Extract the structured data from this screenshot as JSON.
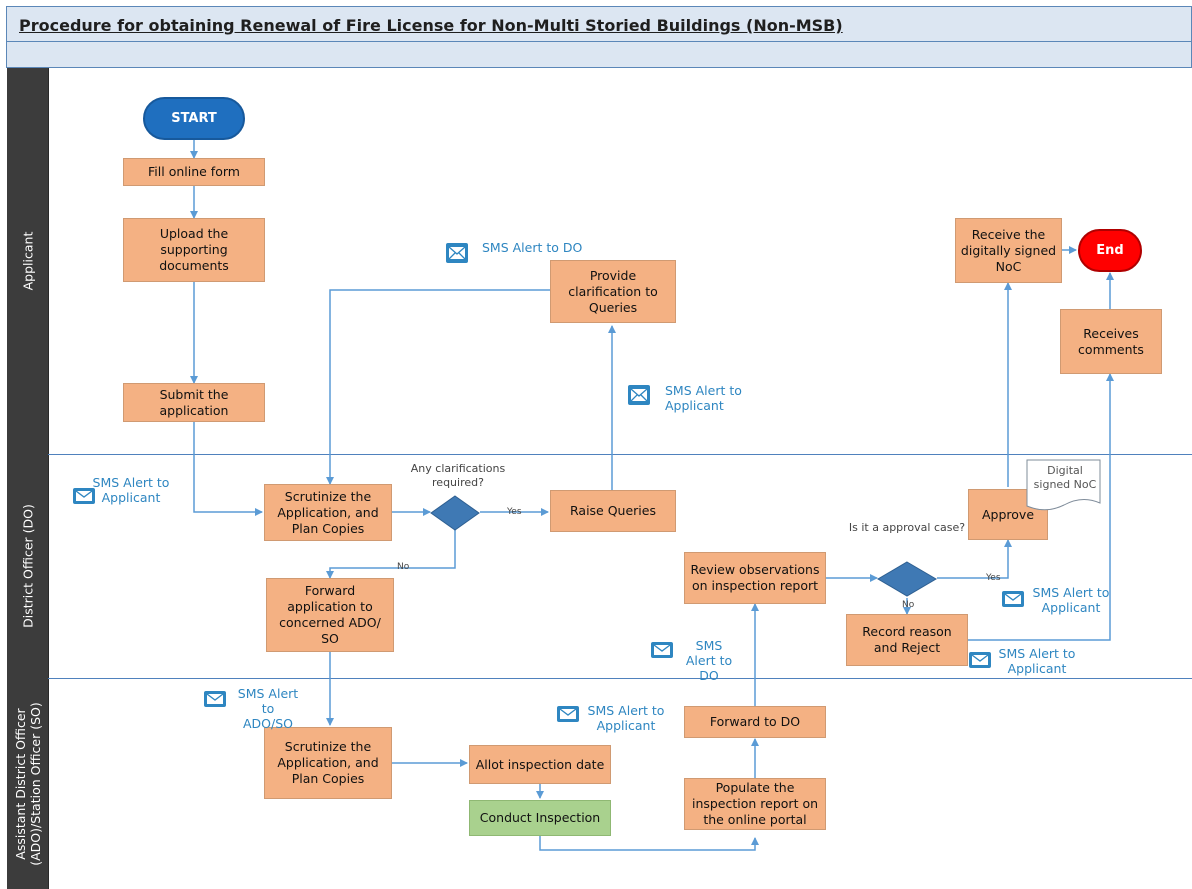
{
  "title": "Procedure for obtaining Renewal of Fire License for Non-Multi Storied Buildings (Non-MSB)",
  "lanes": {
    "applicant": "Applicant",
    "do": "District Officer (DO)",
    "ado_line1": "Assistant District Officer",
    "ado_line2": "(ADO)/Station Officer (SO)"
  },
  "terminals": {
    "start": "START",
    "end": "End"
  },
  "steps": {
    "fill_form": "Fill online form",
    "upload": "Upload the supporting documents",
    "submit": "Submit the application",
    "provide_clarification": "Provide clarification to Queries",
    "receive_noc": "Receive the digitally signed NoC",
    "receives_comments": "Receives comments",
    "scrutinize_do": "Scrutinize the Application, and Plan Copies",
    "raise_queries": "Raise Queries",
    "forward_ado": "Forward application to concerned ADO/ SO",
    "review_obs": "Review observations on inspection report",
    "approve": "Approve",
    "record_reject": "Record reason and Reject",
    "scrutinize_ado": "Scrutinize the Application, and Plan Copies",
    "allot_date": "Allot inspection date",
    "conduct_inspection": "Conduct Inspection",
    "populate_report": "Populate the inspection report on the online portal",
    "forward_do": "Forward to DO"
  },
  "decisions": {
    "clarifications": "Any clarifications required?",
    "approval_case": "Is it a approval case?"
  },
  "edge_labels": {
    "yes1": "Yes",
    "no1": "No",
    "yes2": "Yes",
    "no2": "No"
  },
  "document": "Digital signed NoC",
  "sms": {
    "to_do_1": "SMS Alert to DO",
    "to_applicant_1": "SMS Alert to Applicant",
    "to_applicant_2": "SMS Alert to Applicant",
    "to_ado": "SMS Alert to ADO/SO",
    "to_do_2": "SMS Alert to DO",
    "to_applicant_3": "SMS Alert to Applicant",
    "to_applicant_4": "SMS Alert to Applicant",
    "to_applicant_5": "SMS Alert to Applicant"
  },
  "colors": {
    "process": "#f4b183",
    "inspection": "#a9d18e",
    "start": "#1f6fbf",
    "end": "#ff0000",
    "decision": "#3f79b4",
    "connector": "#5b9bd5",
    "sms_text": "#2e86c1",
    "lane_header": "#3c3c3c"
  },
  "icons": [
    "envelope-icon"
  ]
}
